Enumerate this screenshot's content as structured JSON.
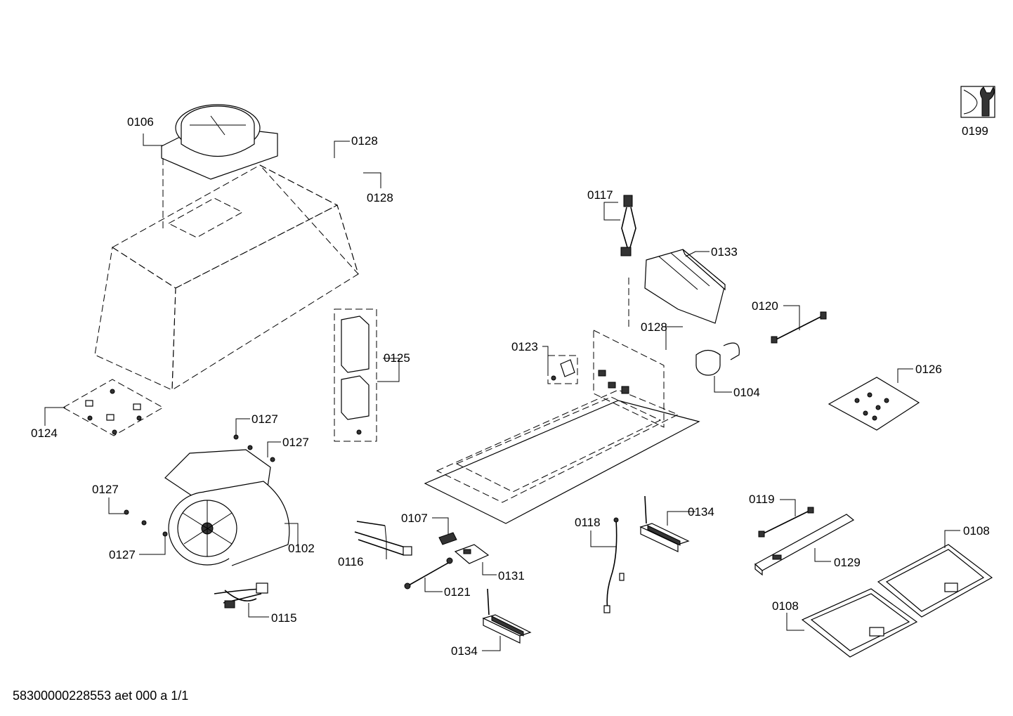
{
  "labels": {
    "l0106": "0106",
    "l0128a": "0128",
    "l0128b": "0128",
    "l0128c": "0128",
    "l0199": "0199",
    "l0117": "0117",
    "l0133": "0133",
    "l0120": "0120",
    "l0125": "0125",
    "l0123": "0123",
    "l0104": "0104",
    "l0126": "0126",
    "l0124": "0124",
    "l0127a": "0127",
    "l0127b": "0127",
    "l0127c": "0127",
    "l0127d": "0127",
    "l0102": "0102",
    "l0107": "0107",
    "l0116": "0116",
    "l0131": "0131",
    "l0121": "0121",
    "l0115": "0115",
    "l0118": "0118",
    "l0134a": "0134",
    "l0134b": "0134",
    "l0119": "0119",
    "l0129": "0129",
    "l0108a": "0108",
    "l0108b": "0108"
  },
  "footer": {
    "document_id": "58300000228553 aet 000 a 1/1"
  },
  "icons": {
    "service": "wrench-service-icon"
  }
}
